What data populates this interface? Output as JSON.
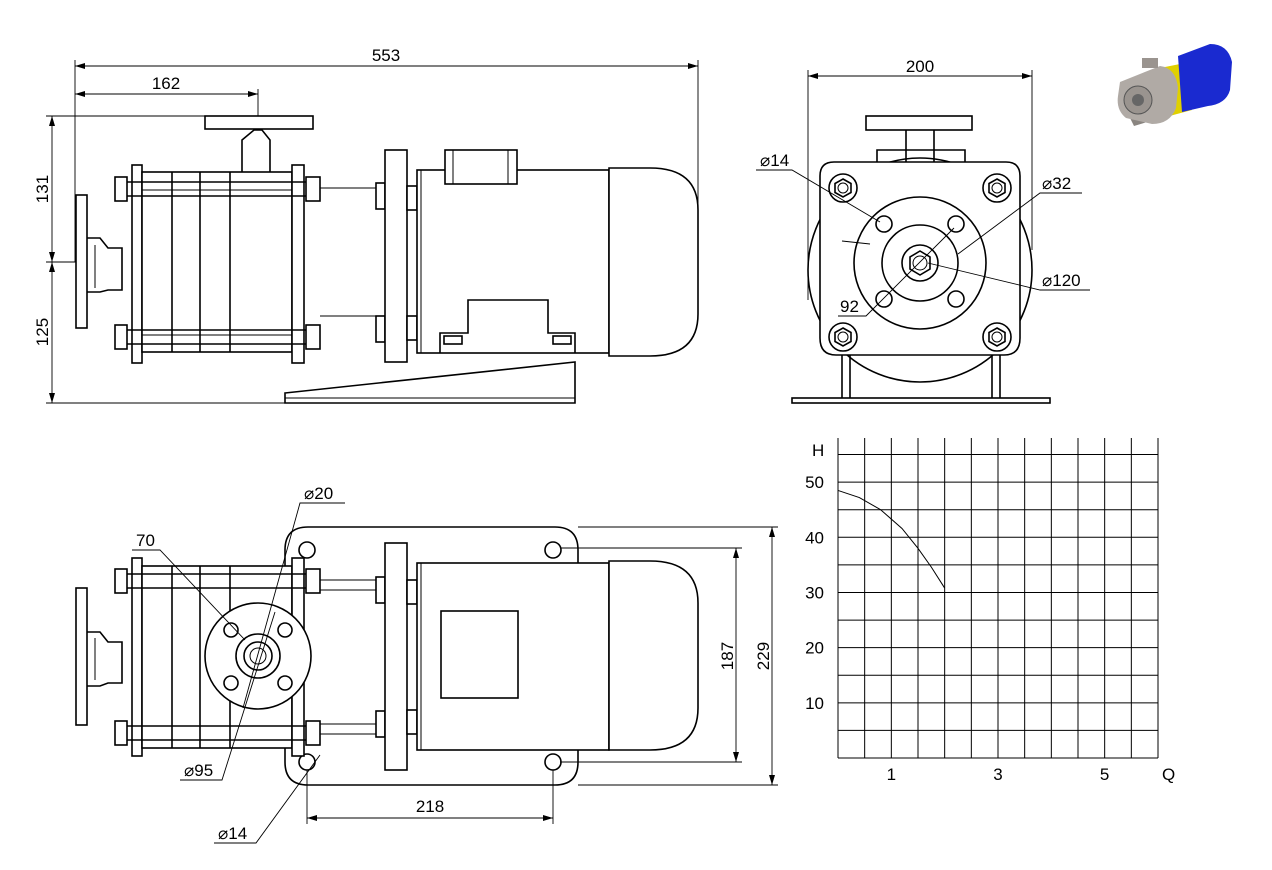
{
  "dimensions": {
    "side_view": {
      "overall_length": "553",
      "inlet_offset": "162",
      "upper_height": "131",
      "lower_height": "125"
    },
    "front_view": {
      "width": "200",
      "bolt_hole": "⌀14",
      "inlet_bore": "⌀32",
      "bolt_circle": "⌀120",
      "spacing": "92"
    },
    "top_view": {
      "flange_bolt_hole": "⌀20",
      "flange_inner": "70",
      "flange_outer": "⌀95",
      "base_hole": "⌀14",
      "base_hole_spacing": "218",
      "base_inner": "187",
      "base_outer": "229"
    }
  },
  "chart_data": {
    "type": "line",
    "xlabel": "Q",
    "ylabel": "H",
    "x_tick_labels": [
      "1",
      "3",
      "5"
    ],
    "y_tick_labels": [
      "10",
      "20",
      "30",
      "40",
      "50"
    ],
    "xlim": [
      0,
      6
    ],
    "ylim": [
      0,
      58
    ],
    "grid": true,
    "series": [
      {
        "x": [
          0,
          0.4,
          0.8,
          1.2,
          1.5,
          1.75,
          2.0
        ],
        "y": [
          48.5,
          47.2,
          45.0,
          41.6,
          38.0,
          34.6,
          30.8
        ]
      }
    ]
  },
  "thumbnail": {
    "colors": {
      "housing": "#b0aaa5",
      "bracket": "#e0d000",
      "motor": "#1a2ad0"
    }
  }
}
